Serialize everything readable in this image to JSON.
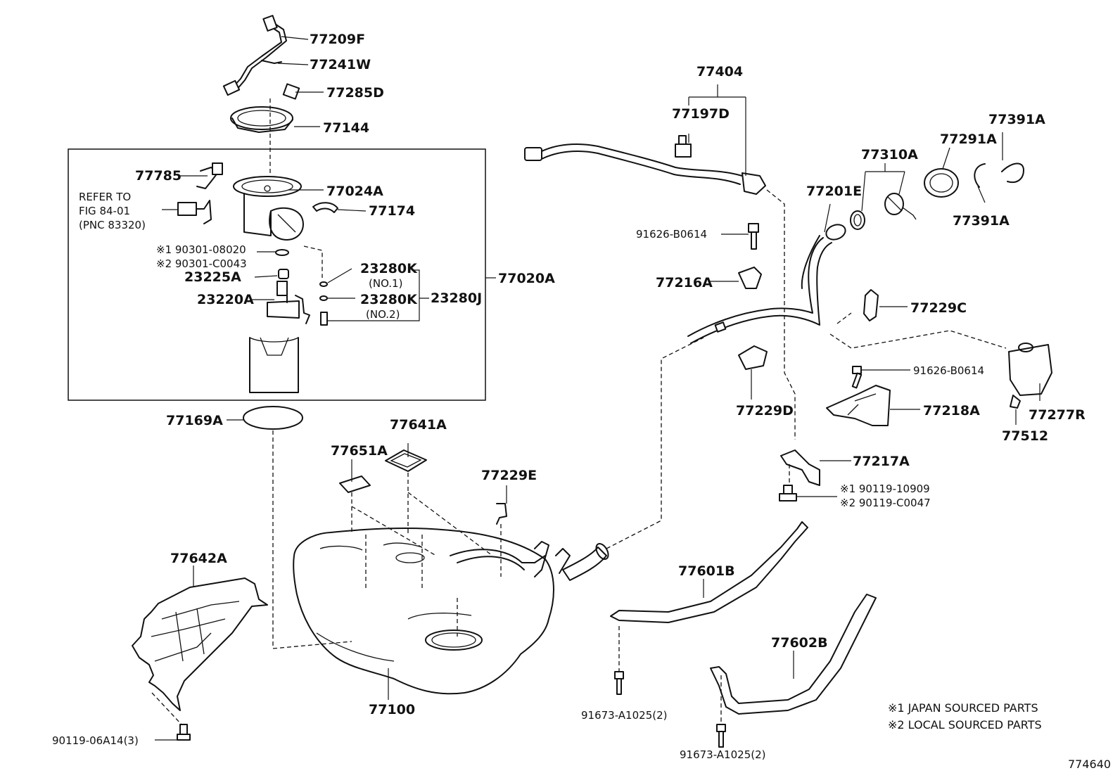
{
  "labels": {
    "p77209F": "77209F",
    "p77241W": "77241W",
    "p77285D": "77285D",
    "p77144": "77144",
    "p77785": "77785",
    "p77024A": "77024A",
    "p77174": "77174",
    "refer1": "REFER TO",
    "refer2": "FIG 84-01",
    "refer3": "(PNC 83320)",
    "p190301": "※1 90301-08020",
    "p290301": "※2 90301-C0043",
    "p23225A": "23225A",
    "p23220A": "23220A",
    "p23280K1": "23280K",
    "no1": "(NO.1)",
    "p23280K2": "23280K",
    "no2": "(NO.2)",
    "p23280J": "23280J",
    "p77020A": "77020A",
    "p77169A": "77169A",
    "p77641A": "77641A",
    "p77651A": "77651A",
    "p77229E": "77229E",
    "p77642A": "77642A",
    "p77100": "77100",
    "p9011906A14": "90119-06A14(3)",
    "p77404": "77404",
    "p77197D": "77197D",
    "p77391A_top": "77391A",
    "p77291A": "77291A",
    "p77310A": "77310A",
    "p77201E": "77201E",
    "p77391A_bot": "77391A",
    "p91626a": "91626-B0614",
    "p77216A": "77216A",
    "p77229C": "77229C",
    "p77229D": "77229D",
    "p91626b": "91626-B0614",
    "p77218A": "77218A",
    "p77277R": "77277R",
    "p77512": "77512",
    "p77217A": "77217A",
    "p9011910909": "※1 90119-10909",
    "p90119C0047": "※2 90119-C0047",
    "p77601B": "77601B",
    "p77602B": "77602B",
    "p91673a": "91673-A1025(2)",
    "p91673b": "91673-A1025(2)"
  },
  "notes": {
    "japan": "※1 JAPAN SOURCED PARTS",
    "local": "※2 LOCAL SOURCED PARTS"
  },
  "figure_number": "774640"
}
